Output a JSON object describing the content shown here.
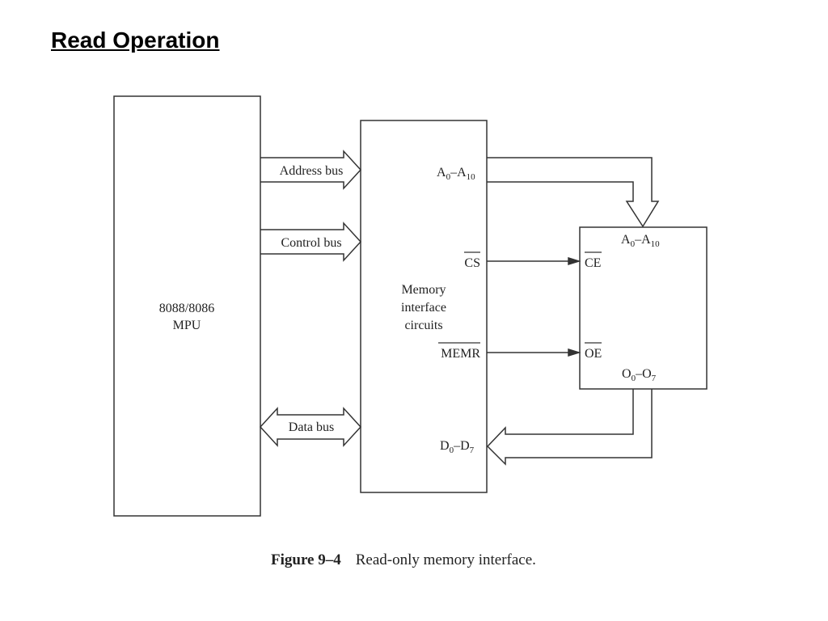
{
  "slide": {
    "title": "Read Operation"
  },
  "diagram": {
    "mpu_label_line1": "8088/8086",
    "mpu_label_line2": "MPU",
    "address_bus_label": "Address bus",
    "control_bus_label": "Control bus",
    "data_bus_label": "Data bus",
    "interface_label_line1": "Memory",
    "interface_label_line2": "interface",
    "interface_label_line3": "circuits",
    "iface_addr_pin": {
      "base": "A",
      "sub1": "0",
      "dash": "–",
      "base2": "A",
      "sub2": "10"
    },
    "iface_cs_pin": "CS",
    "iface_memr_pin": "MEMR",
    "iface_data_pin": {
      "base": "D",
      "sub1": "0",
      "dash": "–",
      "base2": "D",
      "sub2": "7"
    },
    "rom_addr_pin": {
      "base": "A",
      "sub1": "0",
      "dash": "–",
      "base2": "A",
      "sub2": "10"
    },
    "rom_ce_pin": "CE",
    "rom_oe_pin": "OE",
    "rom_out_pin": {
      "base": "O",
      "sub1": "0",
      "dash": "–",
      "base2": "O",
      "sub2": "7"
    }
  },
  "caption": {
    "figure_number": "Figure 9–4",
    "text": "Read-only memory interface."
  }
}
